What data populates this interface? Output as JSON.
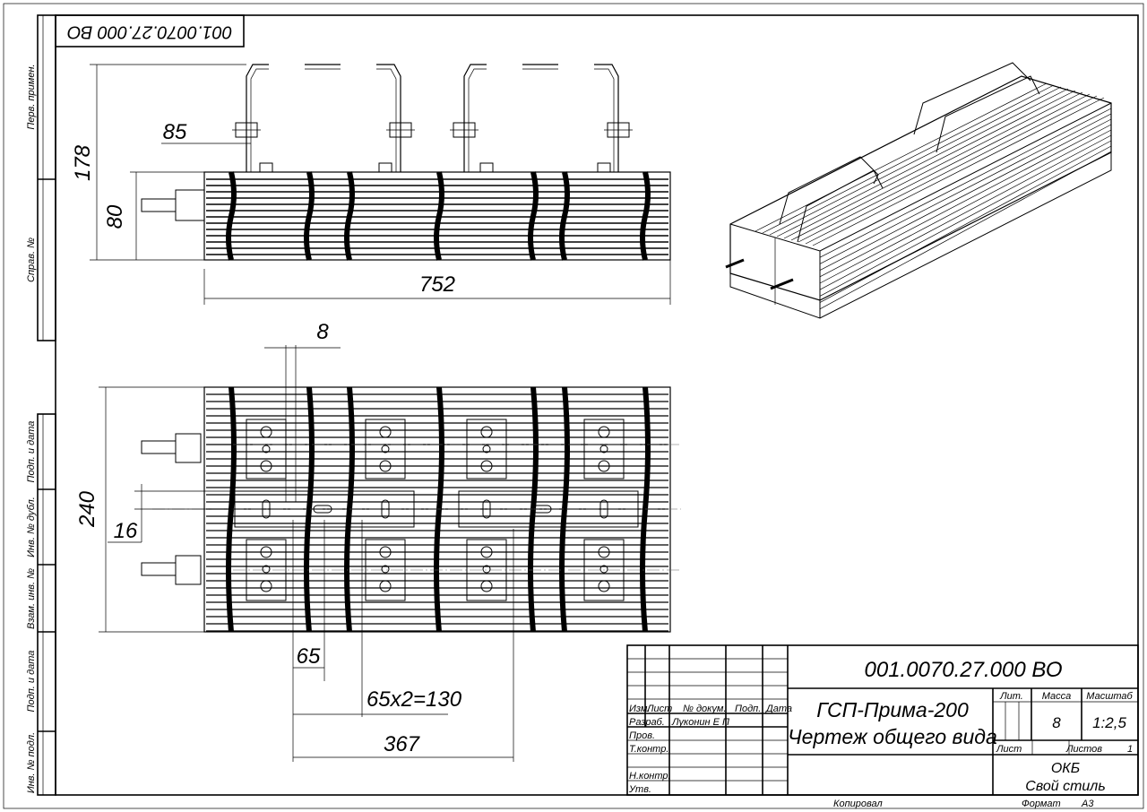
{
  "drawing": {
    "code_mirrored": "001.0070.27.000 ВО",
    "dimensions": {
      "top_bracket_offset": "85",
      "total_height": "178",
      "body_height": "80",
      "length": "752",
      "slot_width": "8",
      "width": "240",
      "center_offset": "16",
      "hole_pitch": "65",
      "hole_span": "65х2=130",
      "bracket_span": "367"
    }
  },
  "side_stamp": [
    "Перв. примен.",
    "Справ. №",
    "Подп. и дата",
    "Инв. № дубл.",
    "Взам. инв. №",
    "Подп. и дата",
    "Инв. № подл."
  ],
  "title_block": {
    "designation": "001.0070.27.000 ВО",
    "name_line1": "ГСП-Прима-200",
    "name_line2": "Чертеж общего вида",
    "headers": {
      "izm": "Изм.",
      "list": "Лист",
      "doc_no": "№ докум.",
      "sign": "Подп.",
      "date": "Дата"
    },
    "roles": {
      "developer": "Разраб.",
      "checker": "Пров.",
      "tech_control": "Т.контр.",
      "norm_control": "Н.контр.",
      "approved": "Утв."
    },
    "developer_name": "Луконин Е П",
    "lit_label": "Лит.",
    "mass_label": "Масса",
    "scale_label": "Масштаб",
    "mass": "8",
    "scale": "1:2,5",
    "sheet_label": "Лист",
    "sheets_label": "Листов",
    "sheets": "1",
    "org_line1": "ОКБ",
    "org_line2": "Свой стиль",
    "copied_label": "Копировал",
    "format_label": "Формат",
    "format": "А3"
  }
}
